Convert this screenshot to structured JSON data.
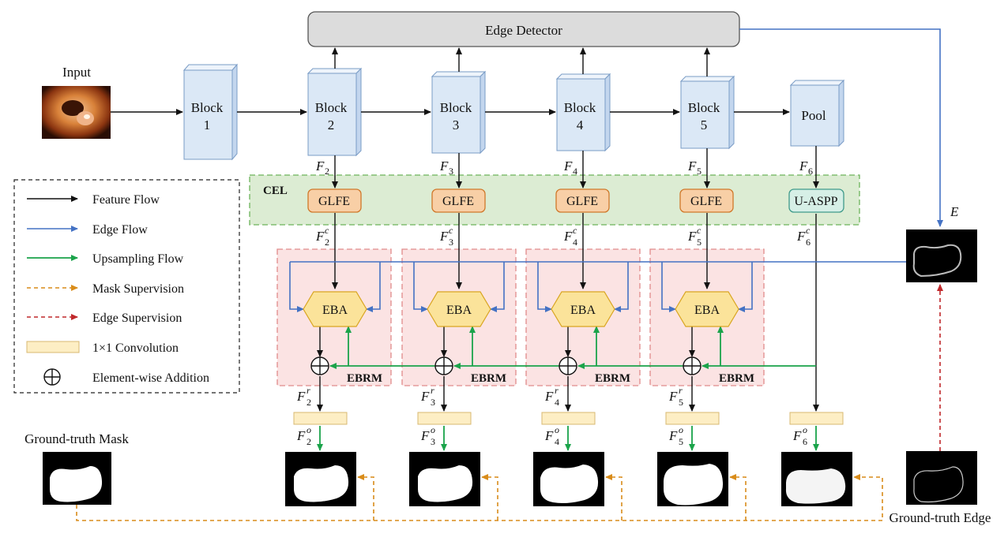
{
  "input_label": "Input",
  "edge_detector": "Edge Detector",
  "blocks": [
    {
      "line1": "Block",
      "line2": "1"
    },
    {
      "line1": "Block",
      "line2": "2"
    },
    {
      "line1": "Block",
      "line2": "3"
    },
    {
      "line1": "Block",
      "line2": "4"
    },
    {
      "line1": "Block",
      "line2": "5"
    }
  ],
  "pool": "Pool",
  "cel_label": "CEL",
  "glfe": [
    "GLFE",
    "GLFE",
    "GLFE",
    "GLFE"
  ],
  "uaspp": "U-ASPP",
  "eba": [
    "EBA",
    "EBA",
    "EBA",
    "EBA"
  ],
  "ebrm": [
    "EBRM",
    "EBRM",
    "EBRM",
    "EBRM"
  ],
  "feature_symbol": "F",
  "feature_subscripts": [
    "2",
    "3",
    "4",
    "5",
    "6"
  ],
  "sup_c": "c",
  "sup_r": "r",
  "sup_o": "o",
  "edge_symbol": "E",
  "gt_mask_label": "Ground-truth Mask",
  "gt_edge_label": "Ground-truth Edge",
  "legend": {
    "feature_flow": "Feature Flow",
    "edge_flow": "Edge Flow",
    "upsampling_flow": "Upsampling Flow",
    "mask_supervision": "Mask Supervision",
    "edge_supervision": "Edge Supervision",
    "conv": "1×1 Convolution",
    "addition": "Element-wise Addition"
  },
  "colors": {
    "feature": "#111111",
    "edge": "#4472c4",
    "upsampling": "#1aa34a",
    "mask_sup": "#d98c1a",
    "edge_sup": "#c0282b",
    "block_fill": "#dbe8f6",
    "glfe_fill": "#f8cfa6",
    "uaspp_fill": "#d6efe6",
    "eba_fill": "#fbe39a",
    "cel_fill": "#dcecd3",
    "ebrm_fill": "#fbe3e3"
  }
}
